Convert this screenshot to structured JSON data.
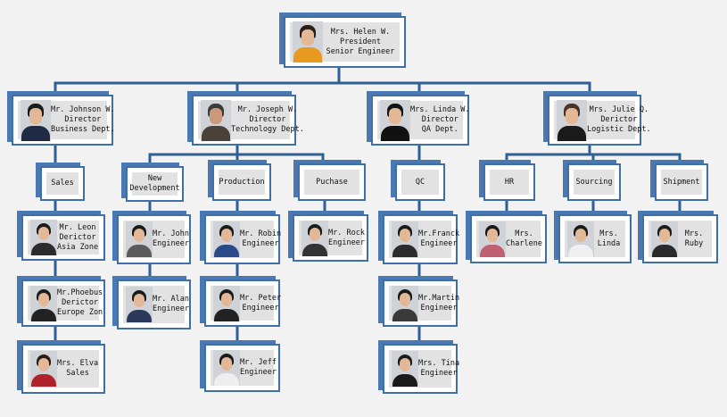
{
  "president": {
    "name": "Mrs. Helen W.",
    "title": "President",
    "role": "Senior Engineer"
  },
  "directors": [
    {
      "name": "Mr. Johnson  W.",
      "title": "Director",
      "dept": "Business Dept."
    },
    {
      "name": "Mr. Joseph W.",
      "title": "Director",
      "dept": "Technology Dept."
    },
    {
      "name": "Mrs. Linda W.",
      "title": "Director",
      "dept": "QA Dept."
    },
    {
      "name": "Mrs. Julie Q.",
      "title": "Derictor",
      "dept": "Logistic Dept."
    }
  ],
  "departments": {
    "sales": "Sales",
    "new_dev_1": "New",
    "new_dev_2": "Development",
    "production": "Production",
    "puchase": "Puchase",
    "qc": "QC",
    "hr": "HR",
    "sourcing": "Sourcing",
    "shipment": "Shipment"
  },
  "staff": {
    "leon": [
      "Mr. Leon",
      "Derictor",
      "Asia Zone"
    ],
    "phoebus": [
      "Mr.Phoebus",
      "Derictor",
      "Europe Zon"
    ],
    "elva": [
      "Mrs. Elva",
      "Sales"
    ],
    "john": [
      "Mr. John",
      "Engineer"
    ],
    "alan": [
      "Mr. Alan",
      "Engineer"
    ],
    "robin": [
      "Mr. Robin",
      "Engineer"
    ],
    "peter": [
      "Mr. Peter",
      "Engineer"
    ],
    "jeff": [
      "Mr. Jeff",
      "Engineer"
    ],
    "rock": [
      "Mr. Rock",
      "Engineer"
    ],
    "franck": [
      "Mr.Franck",
      "Engineer"
    ],
    "martin": [
      "Mr.Martin",
      "Engineer"
    ],
    "tina": [
      "Mrs. Tina",
      "Engineer"
    ],
    "charlene": [
      "Mrs.",
      "Charlene"
    ],
    "linda2": [
      "Mrs.",
      "Linda"
    ],
    "ruby": [
      "Mrs.",
      "Ruby"
    ]
  },
  "colors": {
    "line": "#2f5f95",
    "border": "#3f6fa6",
    "shadow": "#4a78b0",
    "panel": "#e2e2e2"
  }
}
